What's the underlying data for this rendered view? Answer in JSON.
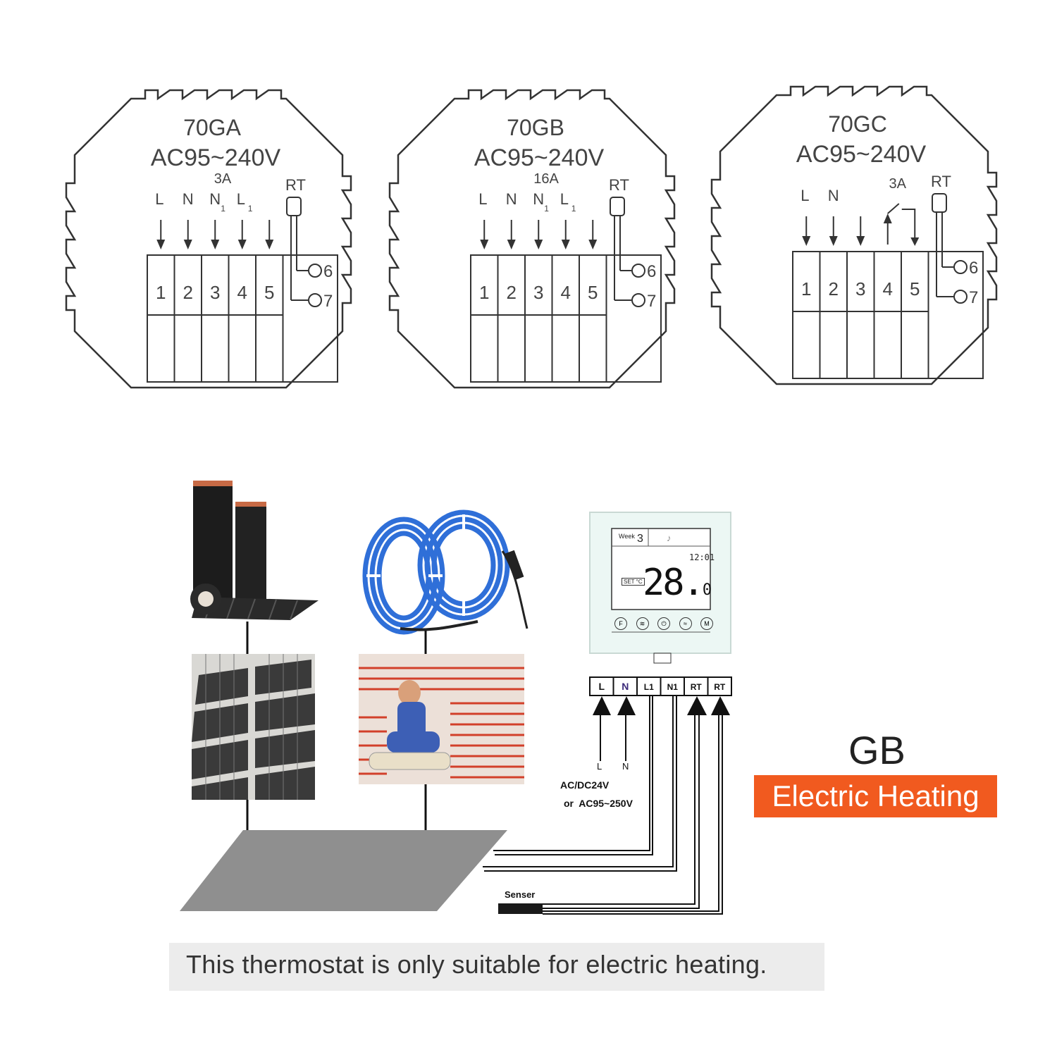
{
  "modules": [
    {
      "model": "70GA",
      "voltage": "AC95~240V",
      "current": "3A",
      "labels": [
        "L",
        "N",
        "N",
        "L"
      ],
      "subs": [
        "",
        "",
        "1",
        "1"
      ],
      "rt": "RT",
      "terminals": [
        "1",
        "2",
        "3",
        "4",
        "5"
      ],
      "outs": [
        "6",
        "7"
      ]
    },
    {
      "model": "70GB",
      "voltage": "AC95~240V",
      "current": "16A",
      "labels": [
        "L",
        "N",
        "N",
        "L"
      ],
      "subs": [
        "",
        "",
        "1",
        "1"
      ],
      "rt": "RT",
      "terminals": [
        "1",
        "2",
        "3",
        "4",
        "5"
      ],
      "outs": [
        "6",
        "7"
      ]
    },
    {
      "model": "70GC",
      "voltage": "AC95~240V",
      "current": "3A",
      "labels": [
        "L",
        "N"
      ],
      "subs": [
        "",
        ""
      ],
      "rt": "RT",
      "terminals": [
        "1",
        "2",
        "3",
        "4",
        "5"
      ],
      "outs": [
        "6",
        "7"
      ]
    }
  ],
  "thermostat": {
    "week_label": "Week",
    "week_value": "3",
    "clock": "12:01",
    "set_label": "SET",
    "unit": "°C",
    "temperature": "28.",
    "temperature_decimal": "0",
    "buttons": [
      "F",
      "≋",
      "⏻",
      "≈",
      "M"
    ]
  },
  "terminal_block": [
    "L",
    "N",
    "L1",
    "N1",
    "RT",
    "RT"
  ],
  "supply": {
    "l": "L",
    "n": "N",
    "spec_line1": "AC/DC24V",
    "spec_line2": "or  AC95~250V"
  },
  "sensor_label": "Senser",
  "gb": "GB",
  "badge": "Electric Heating",
  "note": "This thermostat is only suitable for electric heating.",
  "colors": {
    "badge": "#f15a1f",
    "cable": "#2f6fd8",
    "heating_wire": "#d2402a",
    "film": "#1c1c1c",
    "floor": "#8f8f8f"
  }
}
